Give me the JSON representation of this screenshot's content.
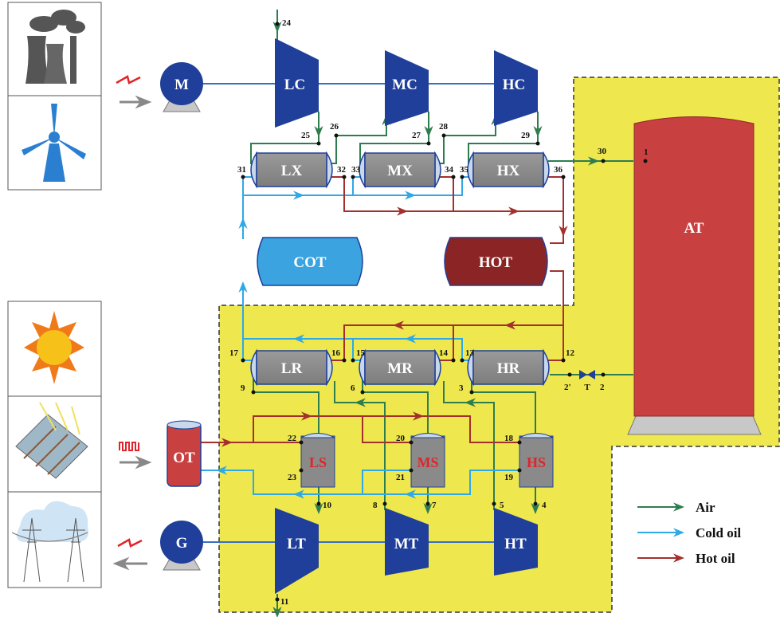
{
  "components": {
    "motor": "M",
    "generator": "G",
    "compressors": [
      "LC",
      "MC",
      "HC"
    ],
    "turbines": [
      "LT",
      "MT",
      "HT"
    ],
    "intercoolers": [
      "LX",
      "MX",
      "HX"
    ],
    "reheaters": [
      "LR",
      "MR",
      "HR"
    ],
    "storages": [
      "LS",
      "MS",
      "HS"
    ],
    "cold_oil_tank": "COT",
    "hot_oil_tank": "HOT",
    "air_tank": "AT",
    "oil_tank": "OT",
    "throttle": "T"
  },
  "state_points": {
    "p1": "1",
    "p2": "2",
    "p2p": "2'",
    "p3": "3",
    "p4": "4",
    "p5": "5",
    "p6": "6",
    "p7": "7",
    "p8": "8",
    "p9": "9",
    "p10": "10",
    "p11": "11",
    "p12": "12",
    "p13": "13",
    "p14": "14",
    "p15": "15",
    "p16": "16",
    "p17": "17",
    "p18": "18",
    "p19": "19",
    "p20": "20",
    "p21": "21",
    "p22": "22",
    "p23": "23",
    "p24": "24",
    "p25": "25",
    "p26": "26",
    "p27": "27",
    "p28": "28",
    "p29": "29",
    "p30": "30",
    "p31": "31",
    "p32": "32",
    "p33": "33",
    "p34": "34",
    "p35": "35",
    "p36": "36"
  },
  "legend": [
    {
      "label": "Air",
      "color": "#2e7d4f"
    },
    {
      "label": "Cold oil",
      "color": "#2ea8e6"
    },
    {
      "label": "Hot oil",
      "color": "#a3302c"
    }
  ],
  "colors": {
    "region": "#eee84e",
    "machine": "#1f3f9a",
    "vessel": "#8a8a8a",
    "air_tank": "#c94040"
  },
  "icons": [
    "power-plant-icon",
    "wind-turbine-icon",
    "sun-icon",
    "solar-collector-icon",
    "power-grid-icon"
  ]
}
